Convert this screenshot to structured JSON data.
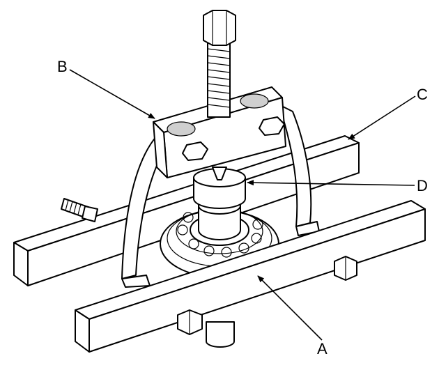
{
  "figure": {
    "labels": {
      "a": "A",
      "b": "B",
      "c": "C",
      "d": "D"
    },
    "colors": {
      "ink": "#000000",
      "paper": "#ffffff",
      "shade": "#cfcfcf"
    }
  }
}
